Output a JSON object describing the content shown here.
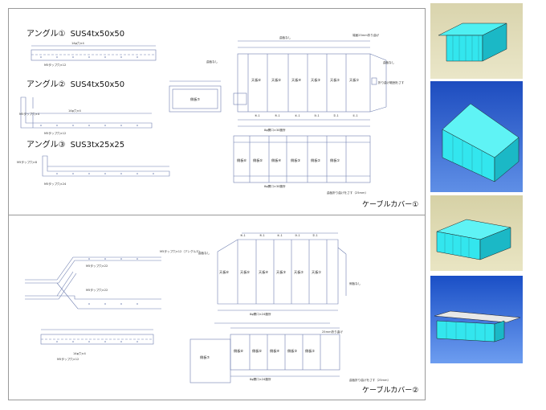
{
  "sheet1": {
    "angle1_label": "アングル①",
    "angle1_spec": "SUS4tx50x50",
    "angle2_label": "アングル②",
    "angle2_spec": "SUS4tx50x50",
    "angle3_label": "アングル③",
    "angle3_spec": "SUS3tx25x25",
    "hole_note_a": "14φ穴×4",
    "tap_note_12": "M5タップ穴×12",
    "tap_note_4": "M5タップ穴×4",
    "tap_note_8": "M5タップ穴×8",
    "tap_note_24": "M5タップ穴×24",
    "fold_note_top": "端面25mm折り曲げ",
    "no_fold": "曲板なし",
    "fold_range": "折り曲げ範囲をさす",
    "hole_note_b": "8φ開口×30箇所",
    "fold_note_bottom": "曲板折り曲げをさす（25mm）",
    "ceiling_panels": [
      "天板⑥",
      "天板⑤",
      "天板④",
      "天板③",
      "天板②",
      "天板①"
    ],
    "side_panels": [
      "側板⑥",
      "側板⑤",
      "側板④",
      "側板③",
      "側板②",
      "側板①"
    ],
    "side_left": "側板⑦",
    "section_marks": [
      "⑥-1",
      "⑤-1",
      "④-1",
      "③-1",
      "②-1",
      "①-1"
    ],
    "title": "ケーブルカバー①"
  },
  "sheet2": {
    "tap_note_angle": "M5タップ穴×12（アングル②）",
    "tap_note_22a": "M5タップ穴×22",
    "tap_note_22b": "M5タップ穴×22",
    "hole_note": "14φ穴×4",
    "tap_note_12": "M5タップ穴×12",
    "no_fold_left": "曲板なし",
    "no_fold_right": "側板なし",
    "hole_note_b": "8φ開口×24箇所",
    "hole_note_c": "8φ開口×24箇所",
    "fold_note_top": "25mm折り曲げ",
    "fold_note_bottom": "曲板折り曲げをさす（25mm）",
    "ceiling_panels": [
      "天板⑥",
      "天板⑤",
      "天板④",
      "天板③",
      "天板②",
      "天板①"
    ],
    "side_panels": [
      "側板⑦",
      "側板⑥",
      "側板⑤",
      "側板④",
      "側板③",
      "側板②"
    ],
    "marks": [
      "⑥-1",
      "⑤-1",
      "④-1",
      "③-1",
      "②-1"
    ],
    "title": "ケーブルカバー②"
  },
  "colors": {
    "line": "#6f7fb0",
    "cyan": "#33e6ee",
    "cyan_dark": "#1bb8c6"
  }
}
